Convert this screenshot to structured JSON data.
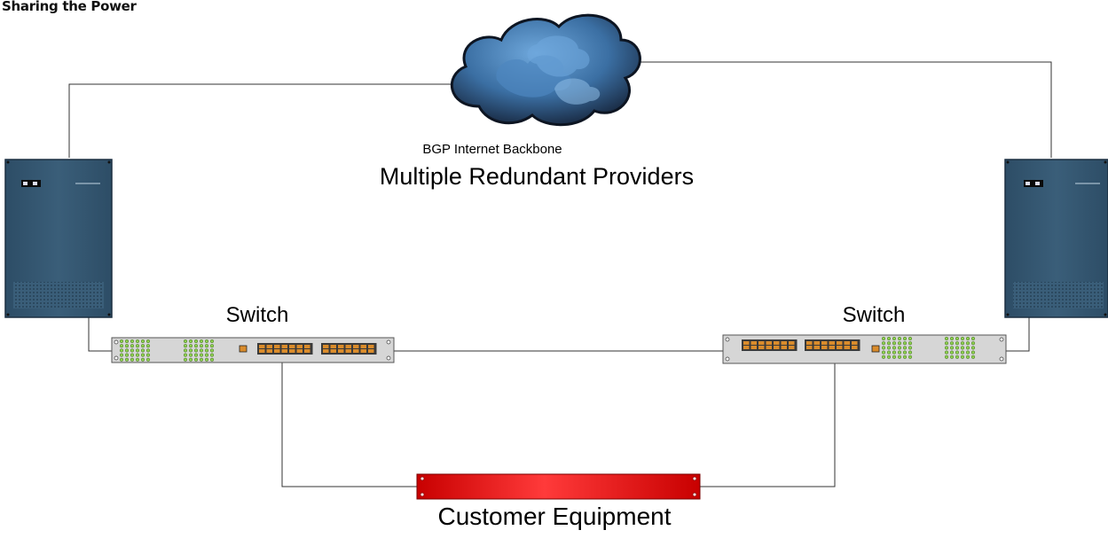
{
  "header": {
    "title": "Sharing the Power"
  },
  "cloud": {
    "label_top": "BGP Internet Backbone",
    "label_main": "Multiple Redundant Providers"
  },
  "switches": [
    {
      "label": "Switch"
    },
    {
      "label": "Switch"
    }
  ],
  "routers": [
    {
      "label": ""
    },
    {
      "label": ""
    }
  ],
  "customer": {
    "label": "Customer Equipment"
  },
  "colors": {
    "router_body": "#33556e",
    "cloud_light": "#5e97cf",
    "cloud_dark": "#1b2d45",
    "switch_body": "#d6d6d6",
    "led_green": "#8fd14f",
    "port_orange": "#d98b2b",
    "customer_red": "#e01010",
    "link": "#333333"
  }
}
